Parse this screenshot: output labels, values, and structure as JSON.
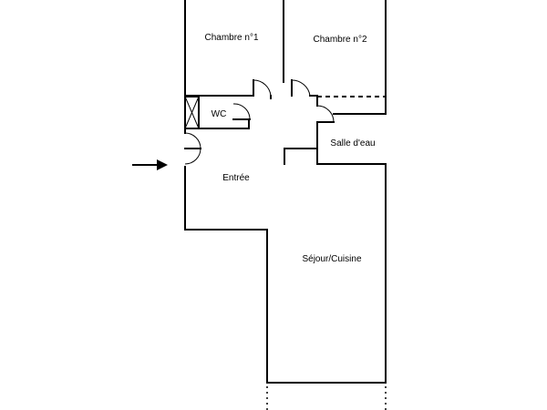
{
  "plan": {
    "rooms": {
      "chambre1": "Chambre n°1",
      "chambre2": "Chambre n°2",
      "wc": "WC",
      "salle_deau": "Salle d'eau",
      "entree": "Entrée",
      "sejour": "Séjour/Cuisine"
    }
  }
}
